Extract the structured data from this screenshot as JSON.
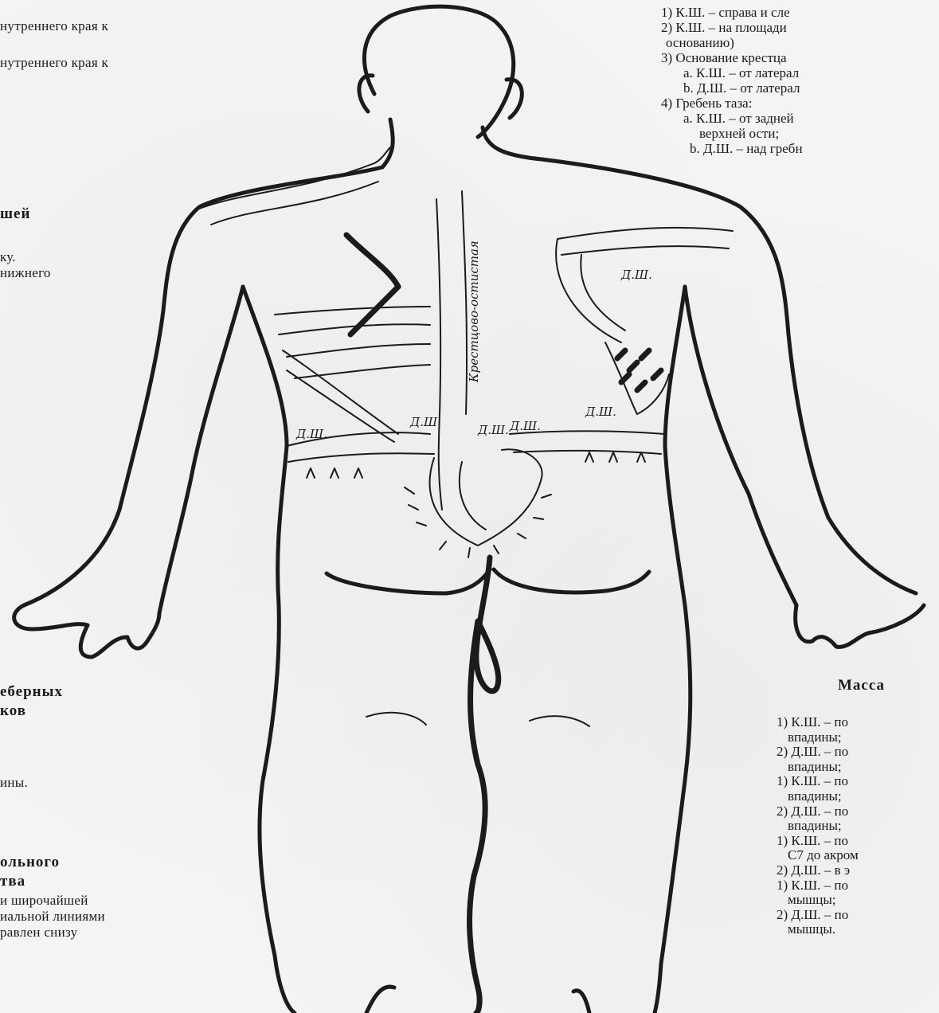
{
  "left_text": {
    "line1": "нутреннего края к",
    "line2": "нутреннего края к",
    "heading1": "шей",
    "line3": "ку.",
    "line4": "нижнего",
    "heading2_line1": "еберных",
    "heading2_line2": "ков",
    "line5": "ины.",
    "heading3_line1": "ольного",
    "heading3_line2": "тва",
    "line6": "и широчайшей",
    "line7": "иальной линиями",
    "line8": "равлен снизу"
  },
  "right_top": [
    "1)  К.Ш. – справа и сле",
    "2)  К.Ш. – на площади",
    "основанию)",
    "3)  Основание крестца",
    "a.   К.Ш. – от латерал",
    "b.   Д.Ш. – от латерал",
    "4)  Гребень таза:",
    "a.   К.Ш. – от задней",
    "верхней ости;",
    "b.   Д.Ш. – над гребн"
  ],
  "right_bottom": {
    "heading": "Масса",
    "lines": [
      "1)  К.Ш. – по",
      "впадины;",
      "2)  Д.Ш. – по",
      "впадины;",
      "1)  К.Ш. – по",
      "впадины;",
      "2)  Д.Ш. – по",
      "впадины;",
      "1)  К.Ш. – по",
      "С7  до акром",
      "2)  Д.Ш. – в э",
      "1)  К.Ш. – по",
      "мышцы;",
      "2)  Д.Ш. – по",
      "мышцы."
    ]
  },
  "figure_labels": {
    "spine_label": "Крестцово-остистая",
    "kneading_labels": [
      "Д.Ш.",
      "Д.Ш.",
      "Д.Ш.",
      "Д.Ш.",
      "Д.Ш.",
      "Д.Ш."
    ]
  },
  "colors": {
    "ink": "#1b1b1b",
    "paper": "#f4f4f2"
  }
}
